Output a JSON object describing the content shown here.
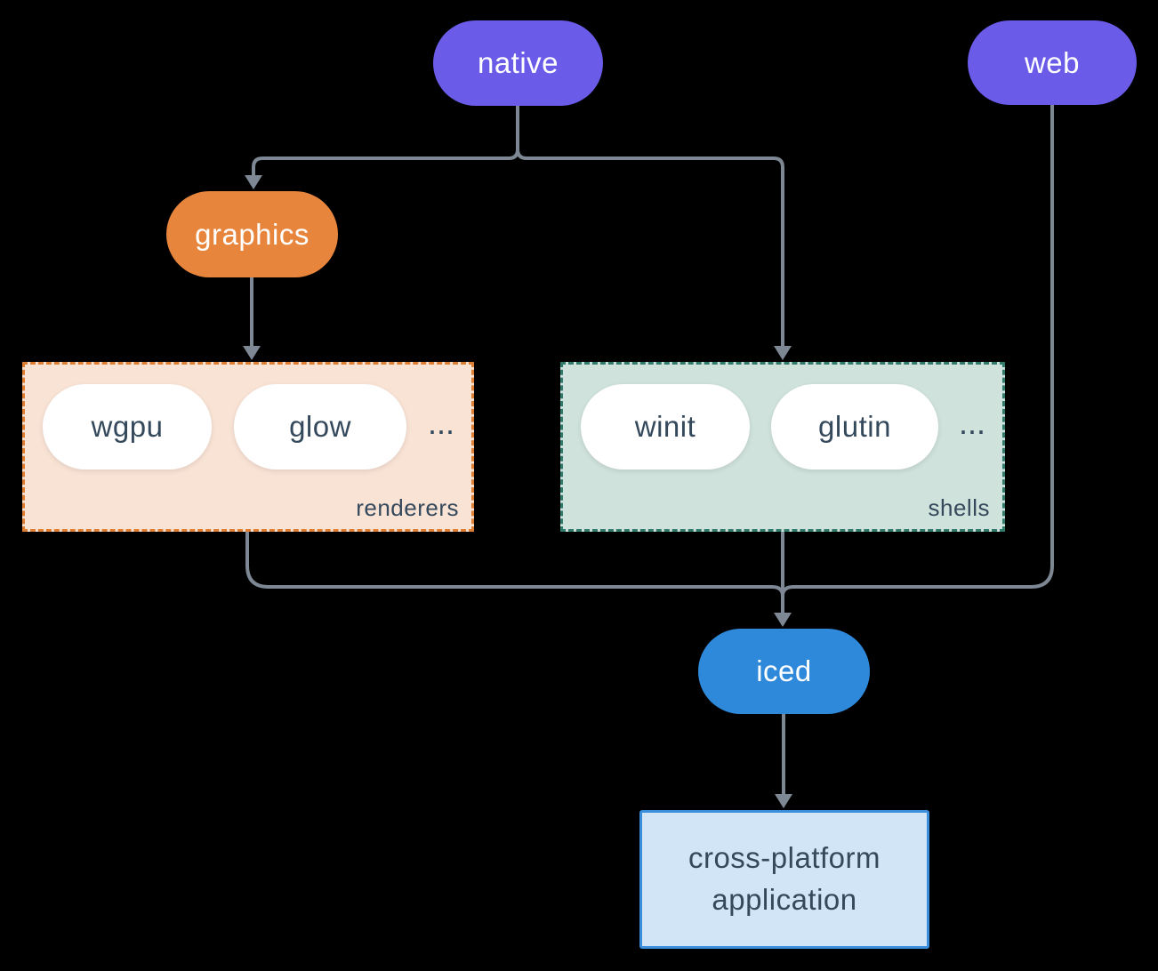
{
  "diagram": {
    "kind": "flowchart",
    "colors": {
      "background": "#000000",
      "edge": "#7d8894",
      "platform_pill": "#6a5ce8",
      "graphics_pill": "#e8853c",
      "iced_pill": "#2e89db",
      "white_pill": "#ffffff",
      "dark_text": "#35495c",
      "renderers_fill": "#f9e3d5",
      "renderers_border": "#dd7e33",
      "shells_fill": "#d0e2dc",
      "shells_border": "#2f7a6b",
      "app_fill": "#d2e5f6",
      "app_border": "#3a8edb"
    },
    "nodes": {
      "native": "native",
      "web": "web",
      "graphics": "graphics",
      "iced": "iced",
      "app_line1": "cross-platform",
      "app_line2": "application"
    },
    "groups": {
      "renderers": {
        "label": "renderers",
        "items": [
          "wgpu",
          "glow"
        ],
        "more": "..."
      },
      "shells": {
        "label": "shells",
        "items": [
          "winit",
          "glutin"
        ],
        "more": "..."
      }
    }
  }
}
